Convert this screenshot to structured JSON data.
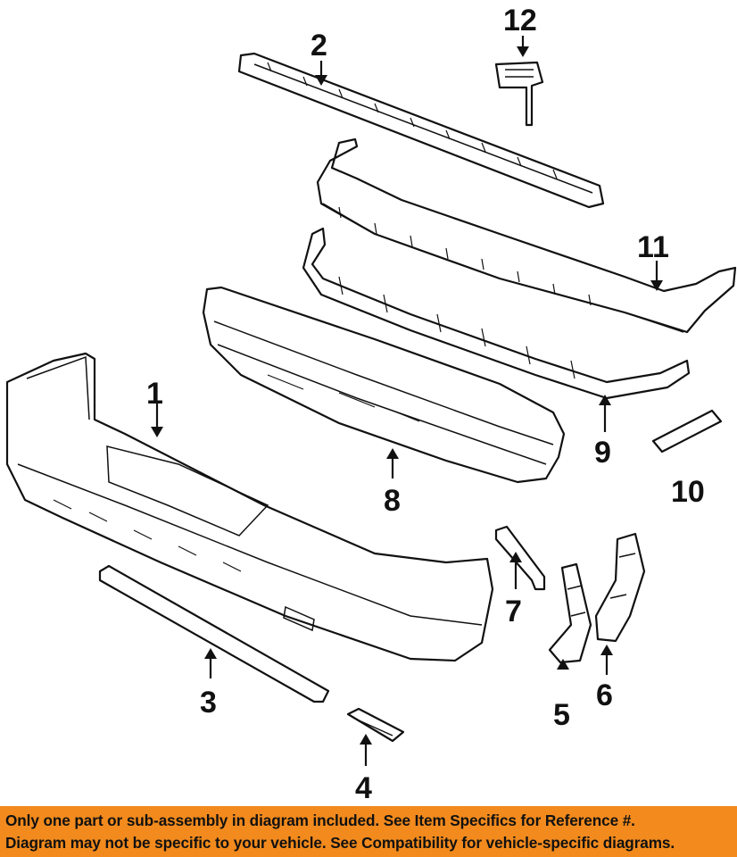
{
  "callouts": {
    "c1": "1",
    "c2": "2",
    "c3": "3",
    "c4": "4",
    "c5": "5",
    "c6": "6",
    "c7": "7",
    "c8": "8",
    "c9": "9",
    "c10": "10",
    "c11": "11",
    "c12": "12"
  },
  "banner": {
    "line1": "Only one part or sub-assembly in diagram included. See Item Specifics for Reference #.",
    "line2": "Diagram may not be specific to your vehicle. See Compatibility for vehicle-specific diagrams.",
    "background_color": "#f28a1d"
  }
}
